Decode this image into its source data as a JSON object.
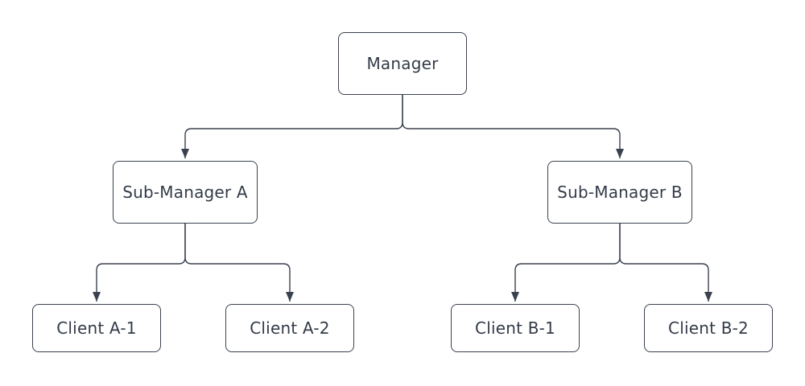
{
  "diagram": {
    "type": "org-chart",
    "nodes": {
      "manager": {
        "label": "Manager"
      },
      "sub_a": {
        "label": "Sub-Manager A"
      },
      "sub_b": {
        "label": "Sub-Manager B"
      },
      "client_a1": {
        "label": "Client A-1"
      },
      "client_a2": {
        "label": "Client A-2"
      },
      "client_b1": {
        "label": "Client B-1"
      },
      "client_b2": {
        "label": "Client B-2"
      }
    },
    "edges": [
      {
        "from": "manager",
        "to": "sub_a",
        "arrow": "filled-triangle"
      },
      {
        "from": "manager",
        "to": "sub_b",
        "arrow": "filled-triangle"
      },
      {
        "from": "sub_a",
        "to": "client_a1",
        "arrow": "filled-triangle"
      },
      {
        "from": "sub_a",
        "to": "client_a2",
        "arrow": "filled-triangle"
      },
      {
        "from": "sub_b",
        "to": "client_b1",
        "arrow": "filled-triangle"
      },
      {
        "from": "sub_b",
        "to": "client_b2",
        "arrow": "filled-triangle"
      }
    ],
    "colors": {
      "line": "#3A414E",
      "text": "#333B48",
      "node_fill": "#FFFFFF",
      "background": "#FFFFFF"
    }
  }
}
